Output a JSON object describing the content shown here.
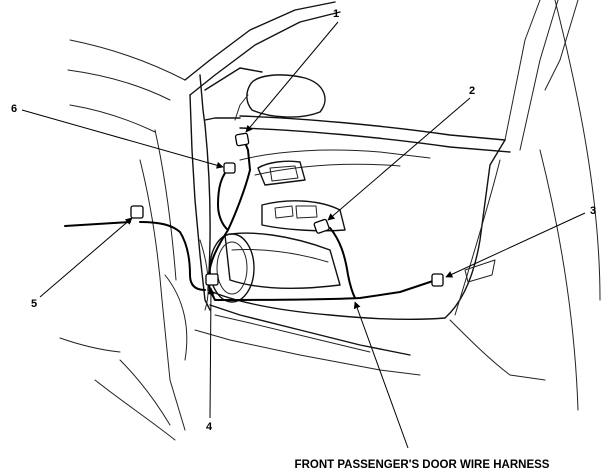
{
  "diagram": {
    "callouts": [
      "1",
      "2",
      "3",
      "4",
      "5",
      "6"
    ],
    "caption": "FRONT PASSENGER'S DOOR WIRE HARNESS"
  }
}
